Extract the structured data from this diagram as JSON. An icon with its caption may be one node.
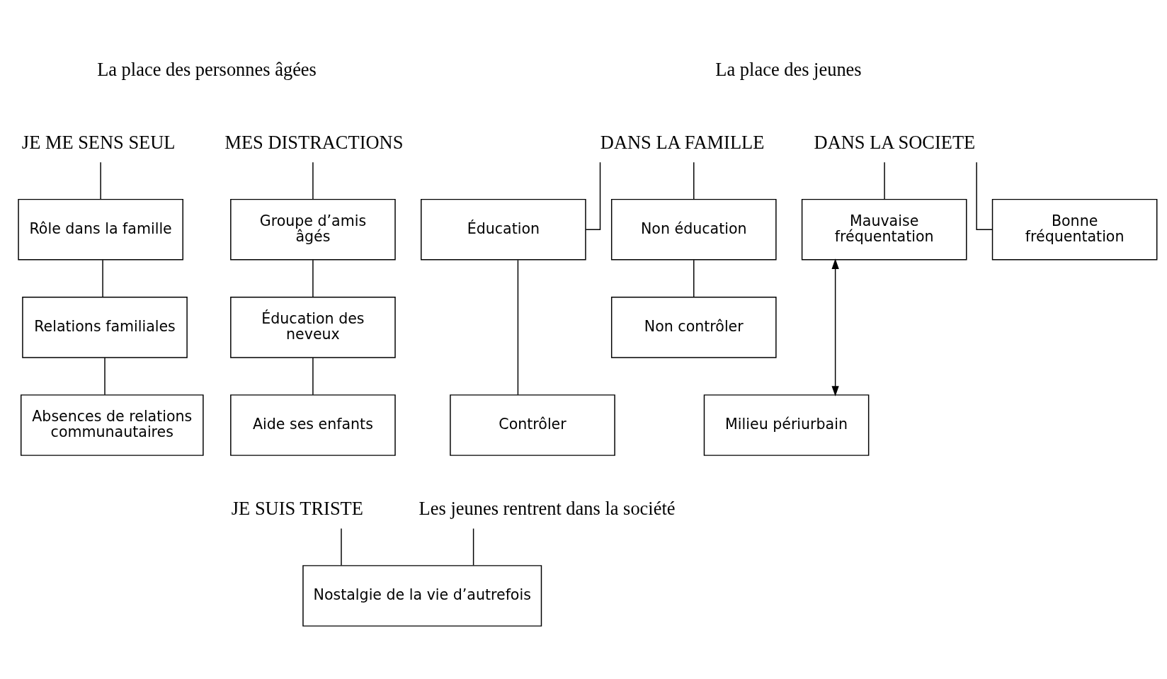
{
  "diagram": {
    "nodes": [
      {
        "text": [
          "DANS LA FAMILLE"
        ]
      },
      {
        "text": [
          "DANS LA SOCIETE"
        ]
      },
      {
        "text": [
          "JE ME SENS SEUL"
        ]
      },
      {
        "text": [
          "MES DISTRACTIONS"
        ]
      },
      {
        "text": [
          "Éducation"
        ]
      },
      {
        "text": [
          "Non éducation"
        ]
      },
      {
        "text": [
          "Mauvaise fréquentation"
        ]
      },
      {
        "text": [
          "Bonne fréquentation"
        ]
      },
      {
        "text": [
          "Rôle dans la famille"
        ]
      },
      {
        "text": [
          "Groupe d’amis âgés"
        ]
      },
      {
        "text": [
          "Contrôler"
        ]
      },
      {
        "text": [
          "Non contrôler"
        ]
      },
      {
        "text": [
          "Milieu périurbain"
        ]
      },
      {
        "text": [
          "Relations familiales"
        ]
      },
      {
        "text": [
          "Éducation des neveux"
        ]
      },
      {
        "text": [
          "Absences de relations communautaires"
        ]
      },
      {
        "text": [
          "Aide ses enfants"
        ]
      },
      {
        "text": [
          "Les jeunes rentrent dans la société"
        ]
      },
      {
        "text": [
          "JE SUIS TRISTE"
        ]
      },
      {
        "text": [
          "Nostalgie de la vie d’autrefois"
        ]
      }
    ],
    "edges": [
      {
        "from": 0,
        "to": 4,
        "arrow": "none"
      },
      {
        "from": 0,
        "to": 5,
        "arrow": "none"
      },
      {
        "from": 1,
        "to": 6,
        "arrow": "none"
      },
      {
        "from": 1,
        "to": 7,
        "arrow": "none"
      },
      {
        "from": 2,
        "to": 8,
        "arrow": "none"
      },
      {
        "from": 3,
        "to": 9,
        "arrow": "none"
      },
      {
        "from": 4,
        "to": 10,
        "arrow": "none"
      },
      {
        "from": 5,
        "to": 11,
        "arrow": "none"
      },
      {
        "from": 6,
        "to": 12,
        "arrow": "both"
      },
      {
        "from": 8,
        "to": 13,
        "arrow": "none"
      },
      {
        "from": 13,
        "to": 15,
        "arrow": "none"
      },
      {
        "from": 9,
        "to": 14,
        "arrow": "none"
      },
      {
        "from": 14,
        "to": 16,
        "arrow": "none"
      },
      {
        "from": 17,
        "to": 19,
        "arrow": "none"
      },
      {
        "from": 18,
        "to": 19,
        "arrow": "none"
      }
    ],
    "labels": [
      "La place des jeunes",
      "La place des personnes âgées"
    ]
  }
}
